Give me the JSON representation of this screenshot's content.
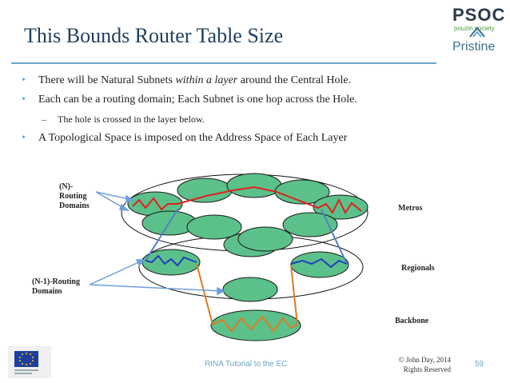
{
  "slide": {
    "title": "This Bounds Router Table Size",
    "bullets": [
      {
        "pre": "There will be Natural Subnets ",
        "em": "within a layer",
        "post": " around the Central Hole."
      },
      {
        "text": "Each can be a routing domain; Each Subnet is one hop across the Hole."
      },
      {
        "text": "The hole is crossed in the layer below.",
        "sub": true
      },
      {
        "text": "A Topological Space is imposed on the Address Space of Each Layer"
      }
    ]
  },
  "logos": {
    "psoc_text": "PSOC",
    "psoc_sub": "pouzin society",
    "pristine_text": "Pristine"
  },
  "diagram": {
    "labels": {
      "n_routing_line1": "(N)-",
      "n_routing_line2": "Routing",
      "n_routing_line3": "Domains",
      "n1_routing_line1": "(N-1)-Routing",
      "n1_routing_line2": "Domains",
      "metros": "Metros",
      "regionals": "Regionals",
      "backbone": "Backbone"
    },
    "colors": {
      "node_fill": "#5cc08a",
      "red_path": "#e0201c",
      "blue_path": "#1f3fbf",
      "orange_path": "#e07a20",
      "connector_blue": "#4f7fd0",
      "arrow": "#6f9fd8"
    }
  },
  "footer": {
    "center": "RINA Tutorial to the EC",
    "copyright_line1": "© John Day, 2014",
    "copyright_line2": "Rights Reserved",
    "page": "59"
  }
}
